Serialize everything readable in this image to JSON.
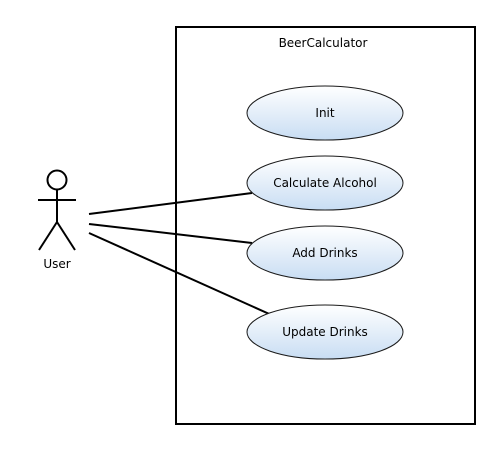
{
  "system": {
    "name": "BeerCalculator"
  },
  "actor": {
    "name": "User"
  },
  "use_cases": [
    {
      "id": "init",
      "label": "Init"
    },
    {
      "id": "calculate-alcohol",
      "label": "Calculate Alcohol"
    },
    {
      "id": "add-drinks",
      "label": "Add Drinks"
    },
    {
      "id": "update-drinks",
      "label": "Update Drinks"
    }
  ],
  "associations": [
    {
      "from": "User",
      "to": "Calculate Alcohol"
    },
    {
      "from": "User",
      "to": "Add Drinks"
    },
    {
      "from": "User",
      "to": "Update Drinks"
    }
  ]
}
